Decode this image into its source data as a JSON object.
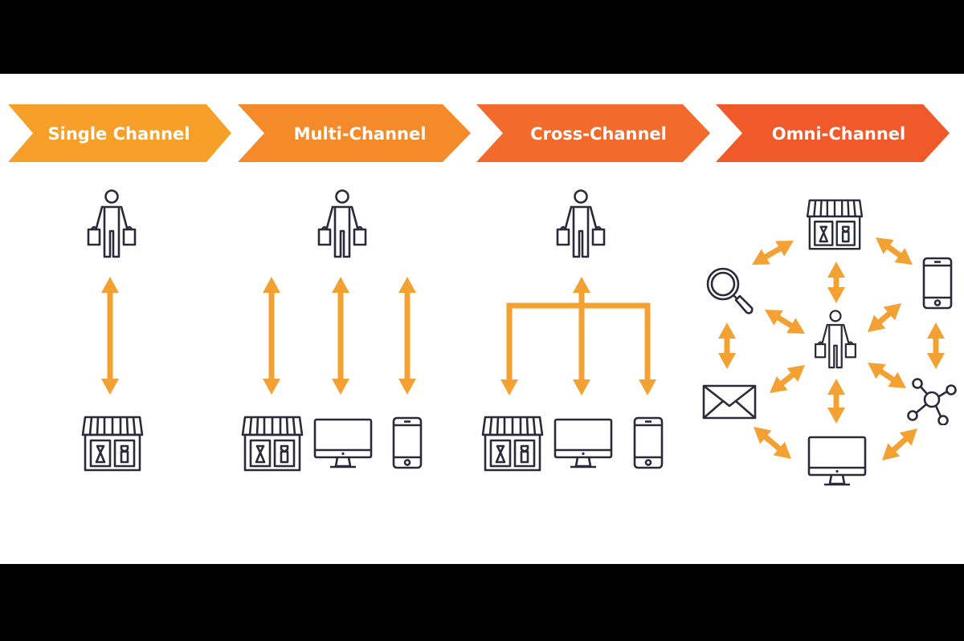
{
  "stages": [
    {
      "label": "Single Channel",
      "color": "#F6A02A"
    },
    {
      "label": "Multi-Channel",
      "color": "#F58A2A"
    },
    {
      "label": "Cross-Channel",
      "color": "#F26A2C"
    },
    {
      "label": "Omni-Channel",
      "color": "#F05A2B"
    }
  ],
  "colors": {
    "arrow": "#F3A132",
    "icon": "#2B2A3A",
    "letterbox": "#000000",
    "background": "#FFFFFF"
  },
  "icons": [
    "shopper-icon",
    "store-icon",
    "desktop-icon",
    "smartphone-icon",
    "search-icon",
    "envelope-icon",
    "network-icon"
  ]
}
